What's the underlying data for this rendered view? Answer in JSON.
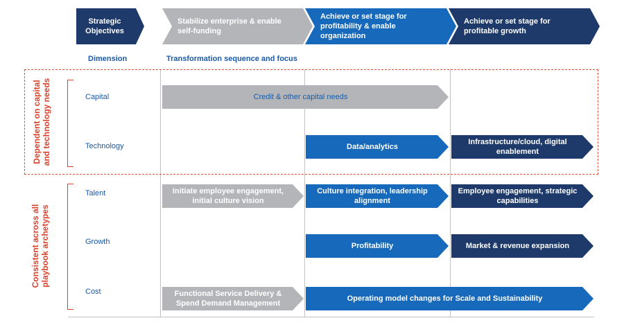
{
  "header": {
    "chevrons": [
      {
        "label": "Strategic Objectives",
        "tone": "navy"
      },
      {
        "label": "Stabilize enterprise & enable  self-funding",
        "tone": "gray"
      },
      {
        "label": "Achieve or set stage for profitability & enable organization",
        "tone": "blue"
      },
      {
        "label": "Achieve or set stage for profitable growth",
        "tone": "navy"
      }
    ]
  },
  "columns": {
    "dimension": "Dimension",
    "sequence": "Transformation sequence and focus"
  },
  "groups": [
    {
      "label": "Dependent on capital and technology needs",
      "style": "dashed"
    },
    {
      "label": "Consistent across all playbook archetypes",
      "style": "plain"
    }
  ],
  "rows": [
    {
      "dimension": "Capital",
      "items": [
        {
          "label": "Credit & other capital needs",
          "tone": "gray",
          "span": "phase1-2"
        }
      ]
    },
    {
      "dimension": "Technology",
      "items": [
        {
          "label": "Data/analytics",
          "tone": "blue",
          "span": "phase2"
        },
        {
          "label": "Infrastructure/cloud, digital enablement",
          "tone": "navy",
          "span": "phase3"
        }
      ]
    },
    {
      "dimension": "Talent",
      "items": [
        {
          "label": "Initiate employee engagement, initial culture vision",
          "tone": "gray",
          "span": "phase1"
        },
        {
          "label": "Culture integration, leadership alignment",
          "tone": "blue",
          "span": "phase2"
        },
        {
          "label": "Employee engagement, strategic capabilities",
          "tone": "navy",
          "span": "phase3"
        }
      ]
    },
    {
      "dimension": "Growth",
      "items": [
        {
          "label": "Profitability",
          "tone": "blue",
          "span": "phase2"
        },
        {
          "label": "Market & revenue expansion",
          "tone": "navy",
          "span": "phase3"
        }
      ]
    },
    {
      "dimension": "Cost",
      "items": [
        {
          "label": "Functional Service Delivery & Spend Demand Management",
          "tone": "gray",
          "span": "phase1"
        },
        {
          "label": "Operating model changes for Scale and Sustainability",
          "tone": "blue",
          "span": "phase2-3"
        }
      ]
    }
  ],
  "colors": {
    "navy": "#1d3a6b",
    "blue": "#1669bb",
    "gray": "#b3b5b8",
    "accent_red": "#d9412a",
    "label_blue": "#1a5aa8"
  }
}
